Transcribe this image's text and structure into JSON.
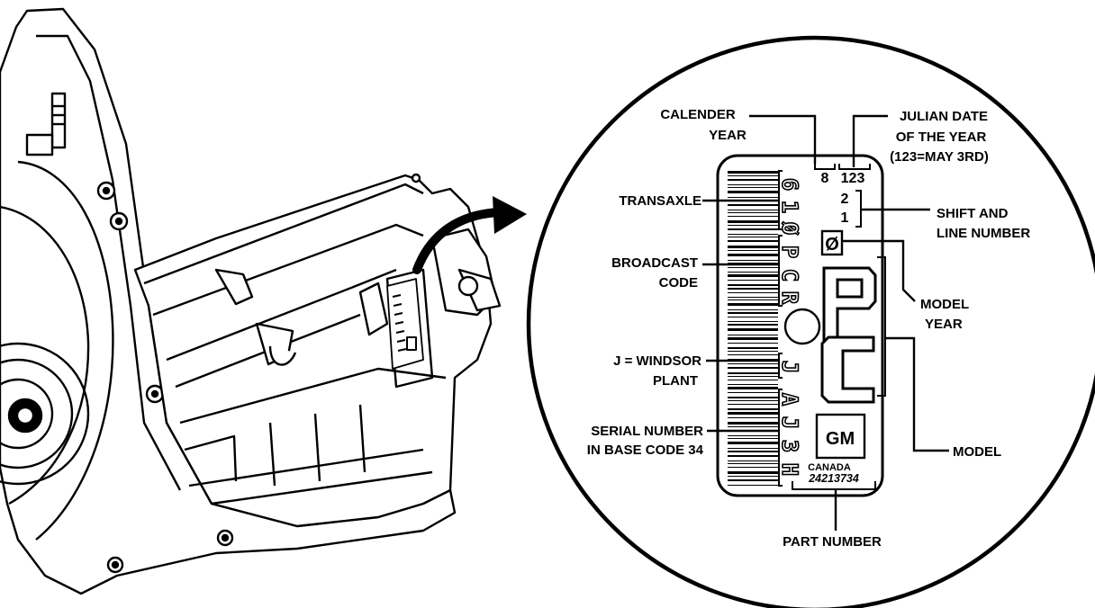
{
  "callouts": {
    "calendar_year": [
      "CALENDER",
      "YEAR"
    ],
    "julian_date": [
      "JULIAN DATE",
      "OF THE YEAR",
      "(123=MAY 3RD)"
    ],
    "transaxle": [
      "TRANSAXLE"
    ],
    "shift_line": [
      "SHIFT AND",
      "LINE NUMBER"
    ],
    "broadcast_code": [
      "BROADCAST",
      "CODE"
    ],
    "model_year": [
      "MODEL",
      "YEAR"
    ],
    "windsor_plant": [
      "J = WINDSOR",
      "PLANT"
    ],
    "serial_number": [
      "SERIAL NUMBER",
      "IN BASE CODE 34"
    ],
    "model": [
      "MODEL"
    ],
    "part_number": [
      "PART NUMBER"
    ]
  },
  "plate": {
    "year_digit": "8",
    "julian": "123",
    "shift": "2",
    "line": "1",
    "transaxle_code": [
      "6",
      "1",
      "Ø"
    ],
    "broadcast_code": [
      "P",
      "C",
      "R"
    ],
    "plant": "J",
    "serial": [
      "A",
      "J",
      "3",
      "H"
    ],
    "model_year_char": "Ø",
    "model_letters": [
      "P",
      "C"
    ],
    "logo": "GM",
    "country": "CANADA",
    "part_number": "24213734"
  }
}
